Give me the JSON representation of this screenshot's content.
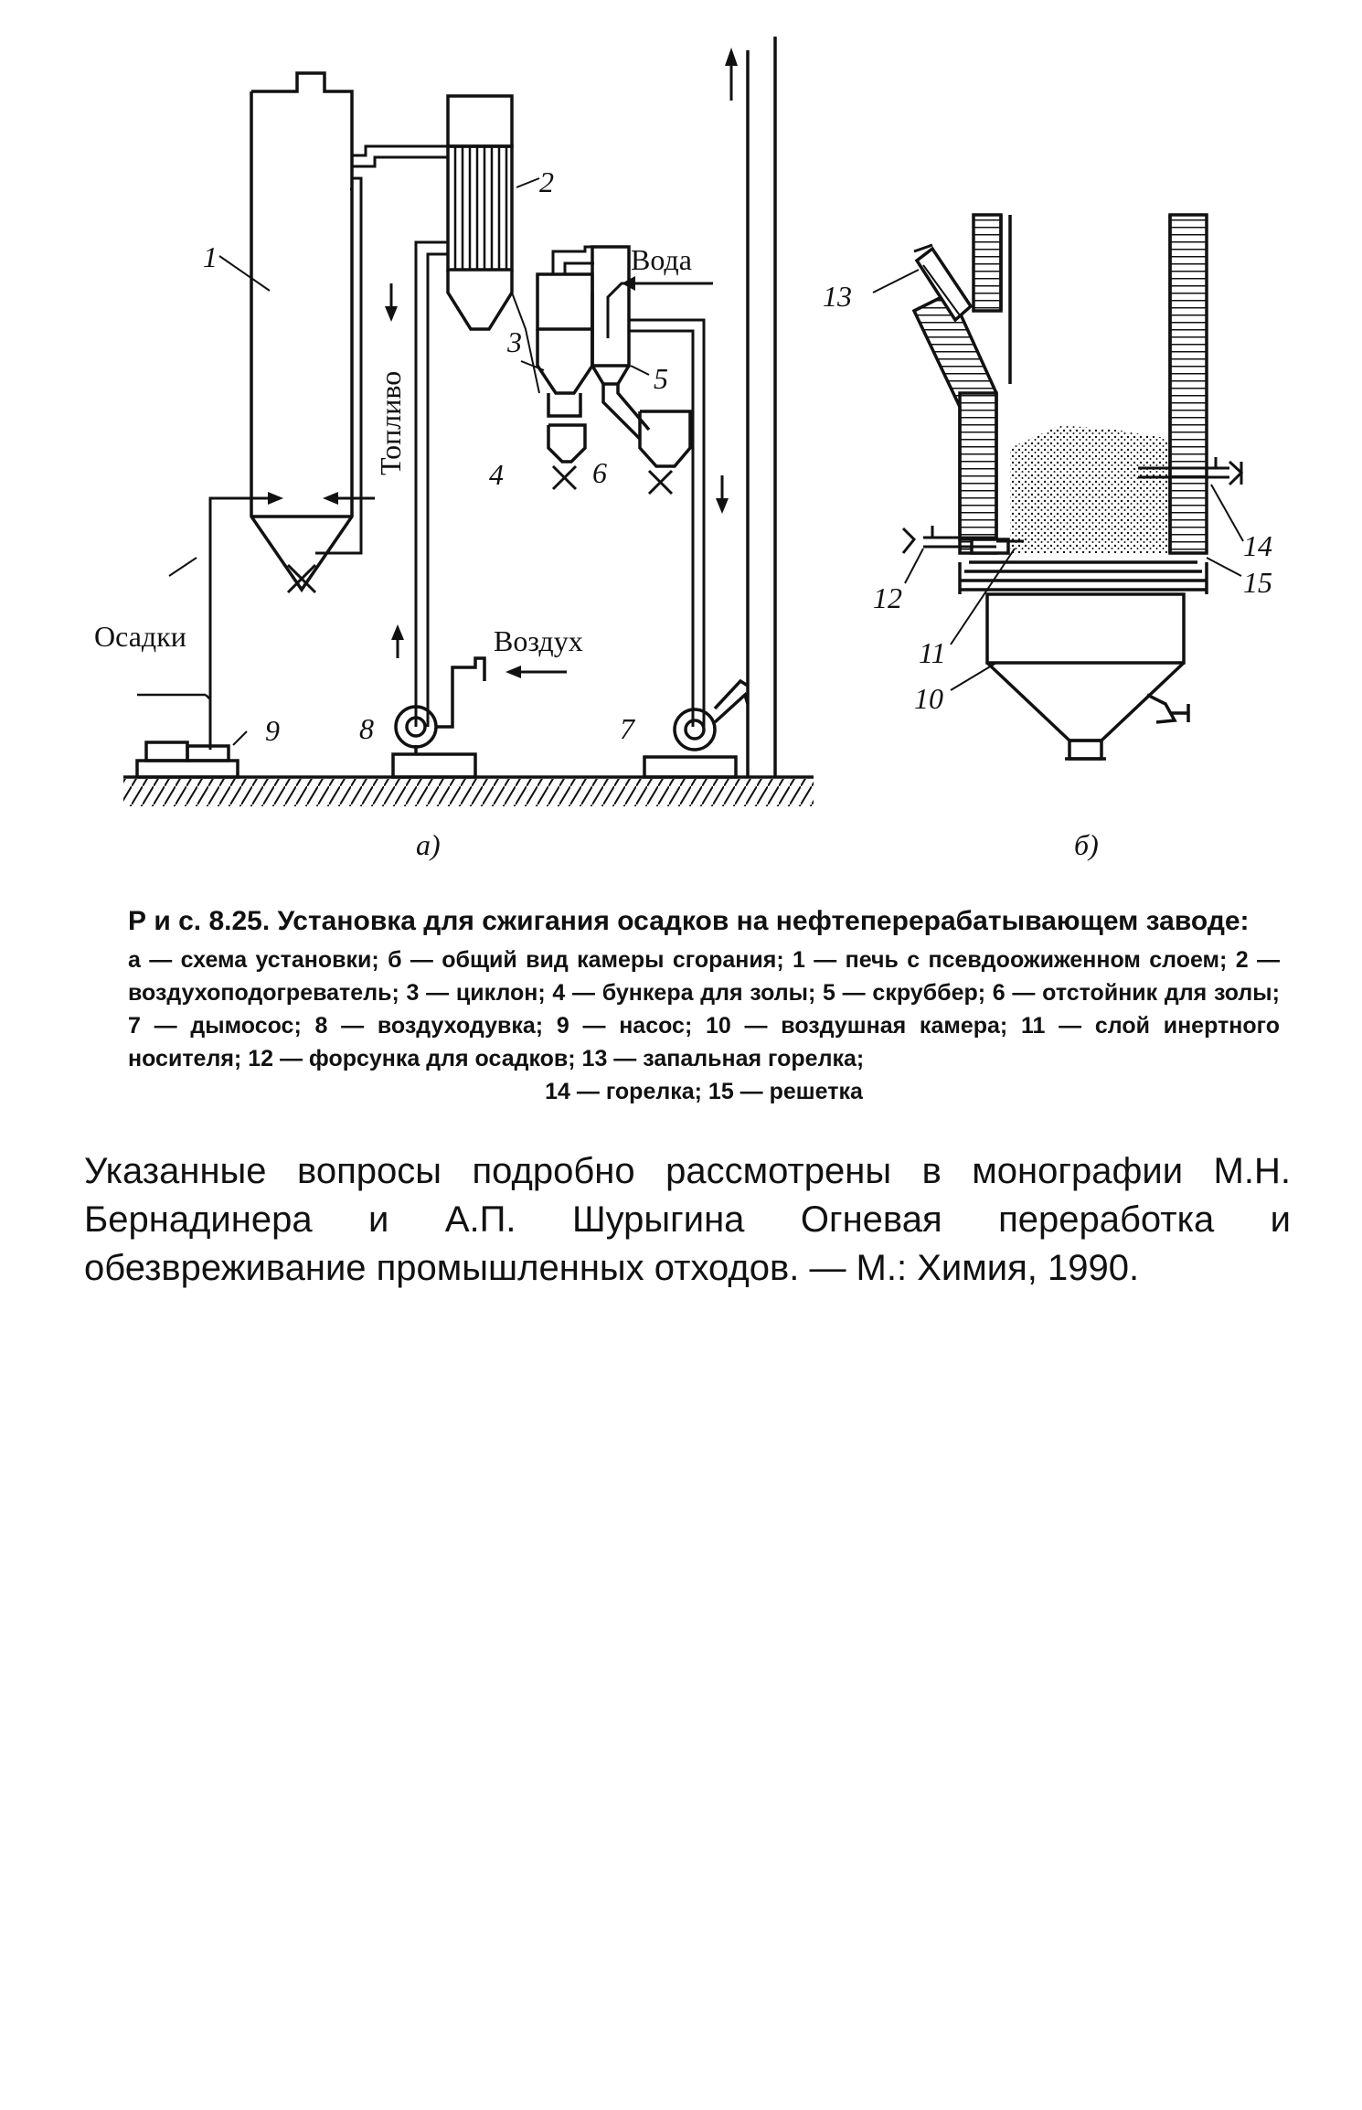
{
  "figure": {
    "part_a": {
      "sublabel": "а)",
      "numbers": [
        "1",
        "2",
        "3",
        "4",
        "5",
        "6",
        "7",
        "8",
        "9"
      ],
      "words": {
        "fuel": "Топливо",
        "water": "Вода",
        "air": "Воздух",
        "sludge": "Осадки"
      }
    },
    "part_b": {
      "sublabel": "б)",
      "numbers": [
        "10",
        "11",
        "12",
        "13",
        "14",
        "15"
      ]
    }
  },
  "caption": {
    "title": "Р и с. 8.25. Установка для сжигания осадков на нефтеперерабатывающем заводе:",
    "keys": "а — схема установки; б — общий вид камеры сгорания; 1 — печь с псевдоожиженном слоем; 2 — воздухоподогреватель; 3 — циклон; 4 — бункера для золы; 5 — скруббер; 6 — отстойник для золы; 7 — дымосос; 8 — воздуходувка; 9 — насос; 10 — воздушная камера; 11 — слой инертного носителя; 12 — форсунка для осадков; 13 — запальная горелка;",
    "last": "14 — горелка; 15 — решетка"
  },
  "paragraph": "Указанные вопросы подробно рассмотрены в монографии М.Н. Бернадинера и А.П. Шурыгина Огневая переработка и обезвреживание промышленных отходов. — М.: Химия, 1990."
}
